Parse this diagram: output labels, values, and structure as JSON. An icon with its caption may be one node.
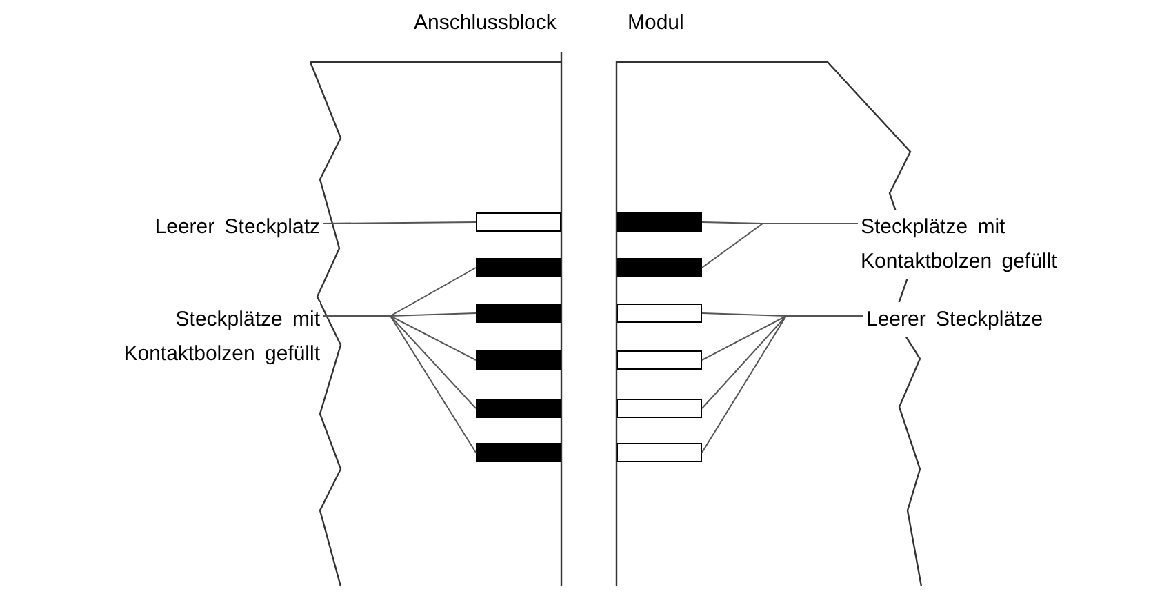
{
  "diagram": {
    "nodes": [
      {
        "text": [
          "Anschlussblock"
        ]
      },
      {
        "text": [
          "Modul"
        ]
      },
      {
        "text": [],
        "shape": "box",
        "in": 0
      },
      {
        "text": [],
        "shape": "bar",
        "in": 0
      },
      {
        "text": [],
        "shape": "bar",
        "in": 0
      },
      {
        "text": [],
        "shape": "bar",
        "in": 0
      },
      {
        "text": [],
        "shape": "bar",
        "in": 0
      },
      {
        "text": [],
        "shape": "bar",
        "in": 0
      },
      {
        "text": [],
        "shape": "bar",
        "in": 1
      },
      {
        "text": [],
        "shape": "bar",
        "in": 1
      },
      {
        "text": [],
        "shape": "box",
        "in": 1
      },
      {
        "text": [],
        "shape": "box",
        "in": 1
      },
      {
        "text": [],
        "shape": "box",
        "in": 1
      },
      {
        "text": [],
        "shape": "box",
        "in": 1
      },
      {
        "text": [
          "Leerer Steckplatz"
        ]
      },
      {
        "text": [
          "Steckplätze mit Kontaktbolzen gefüllt"
        ]
      },
      {
        "text": [
          "Steckplätze mit Kontaktbolzen gefüllt"
        ]
      },
      {
        "text": [
          "Leerer Steckplätze"
        ]
      }
    ],
    "edges": [
      {
        "from": 14,
        "to": 2,
        "arrow": "none"
      },
      {
        "from": 15,
        "to": 3,
        "arrow": "none"
      },
      {
        "from": 15,
        "to": 4,
        "arrow": "none"
      },
      {
        "from": 15,
        "to": 5,
        "arrow": "none"
      },
      {
        "from": 15,
        "to": 6,
        "arrow": "none"
      },
      {
        "from": 15,
        "to": 7,
        "arrow": "none"
      },
      {
        "from": 16,
        "to": 8,
        "arrow": "none"
      },
      {
        "from": 16,
        "to": 9,
        "arrow": "none"
      },
      {
        "from": 17,
        "to": 10,
        "arrow": "none"
      },
      {
        "from": 17,
        "to": 11,
        "arrow": "none"
      },
      {
        "from": 17,
        "to": 12,
        "arrow": "none"
      },
      {
        "from": 17,
        "to": 13,
        "arrow": "none"
      }
    ]
  }
}
